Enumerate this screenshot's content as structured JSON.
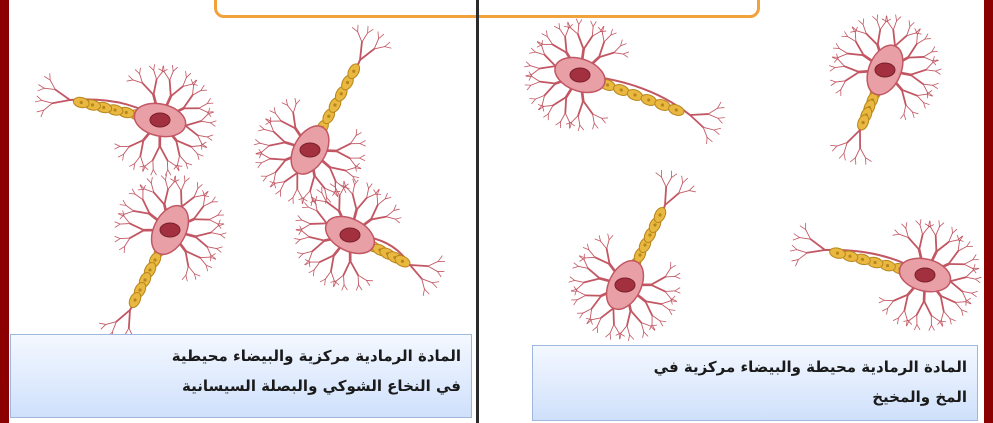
{
  "panels": [
    {
      "side": "left",
      "caption_lines": [
        "المادة الرمادية مركزية والبيضاء محيطية",
        "في النخاع الشوكي والبصلة السيسانية"
      ]
    },
    {
      "side": "right",
      "caption_lines": [
        "المادة الرمادية محيطة والبيضاء مركزية في",
        "المخ والمخيخ"
      ]
    }
  ],
  "colors": {
    "border": "#8b0000",
    "divider": "#2b2b2b",
    "top_box_border": "#f2a23a",
    "neuron_body": "#e8a0a6",
    "neuron_outline": "#c25763",
    "nucleus": "#a3303f",
    "myelin": "#e8b840",
    "myelin_outline": "#b8861a",
    "caption_bg_top": "#f4f8ff",
    "caption_bg_bottom": "#cfe0fb"
  }
}
